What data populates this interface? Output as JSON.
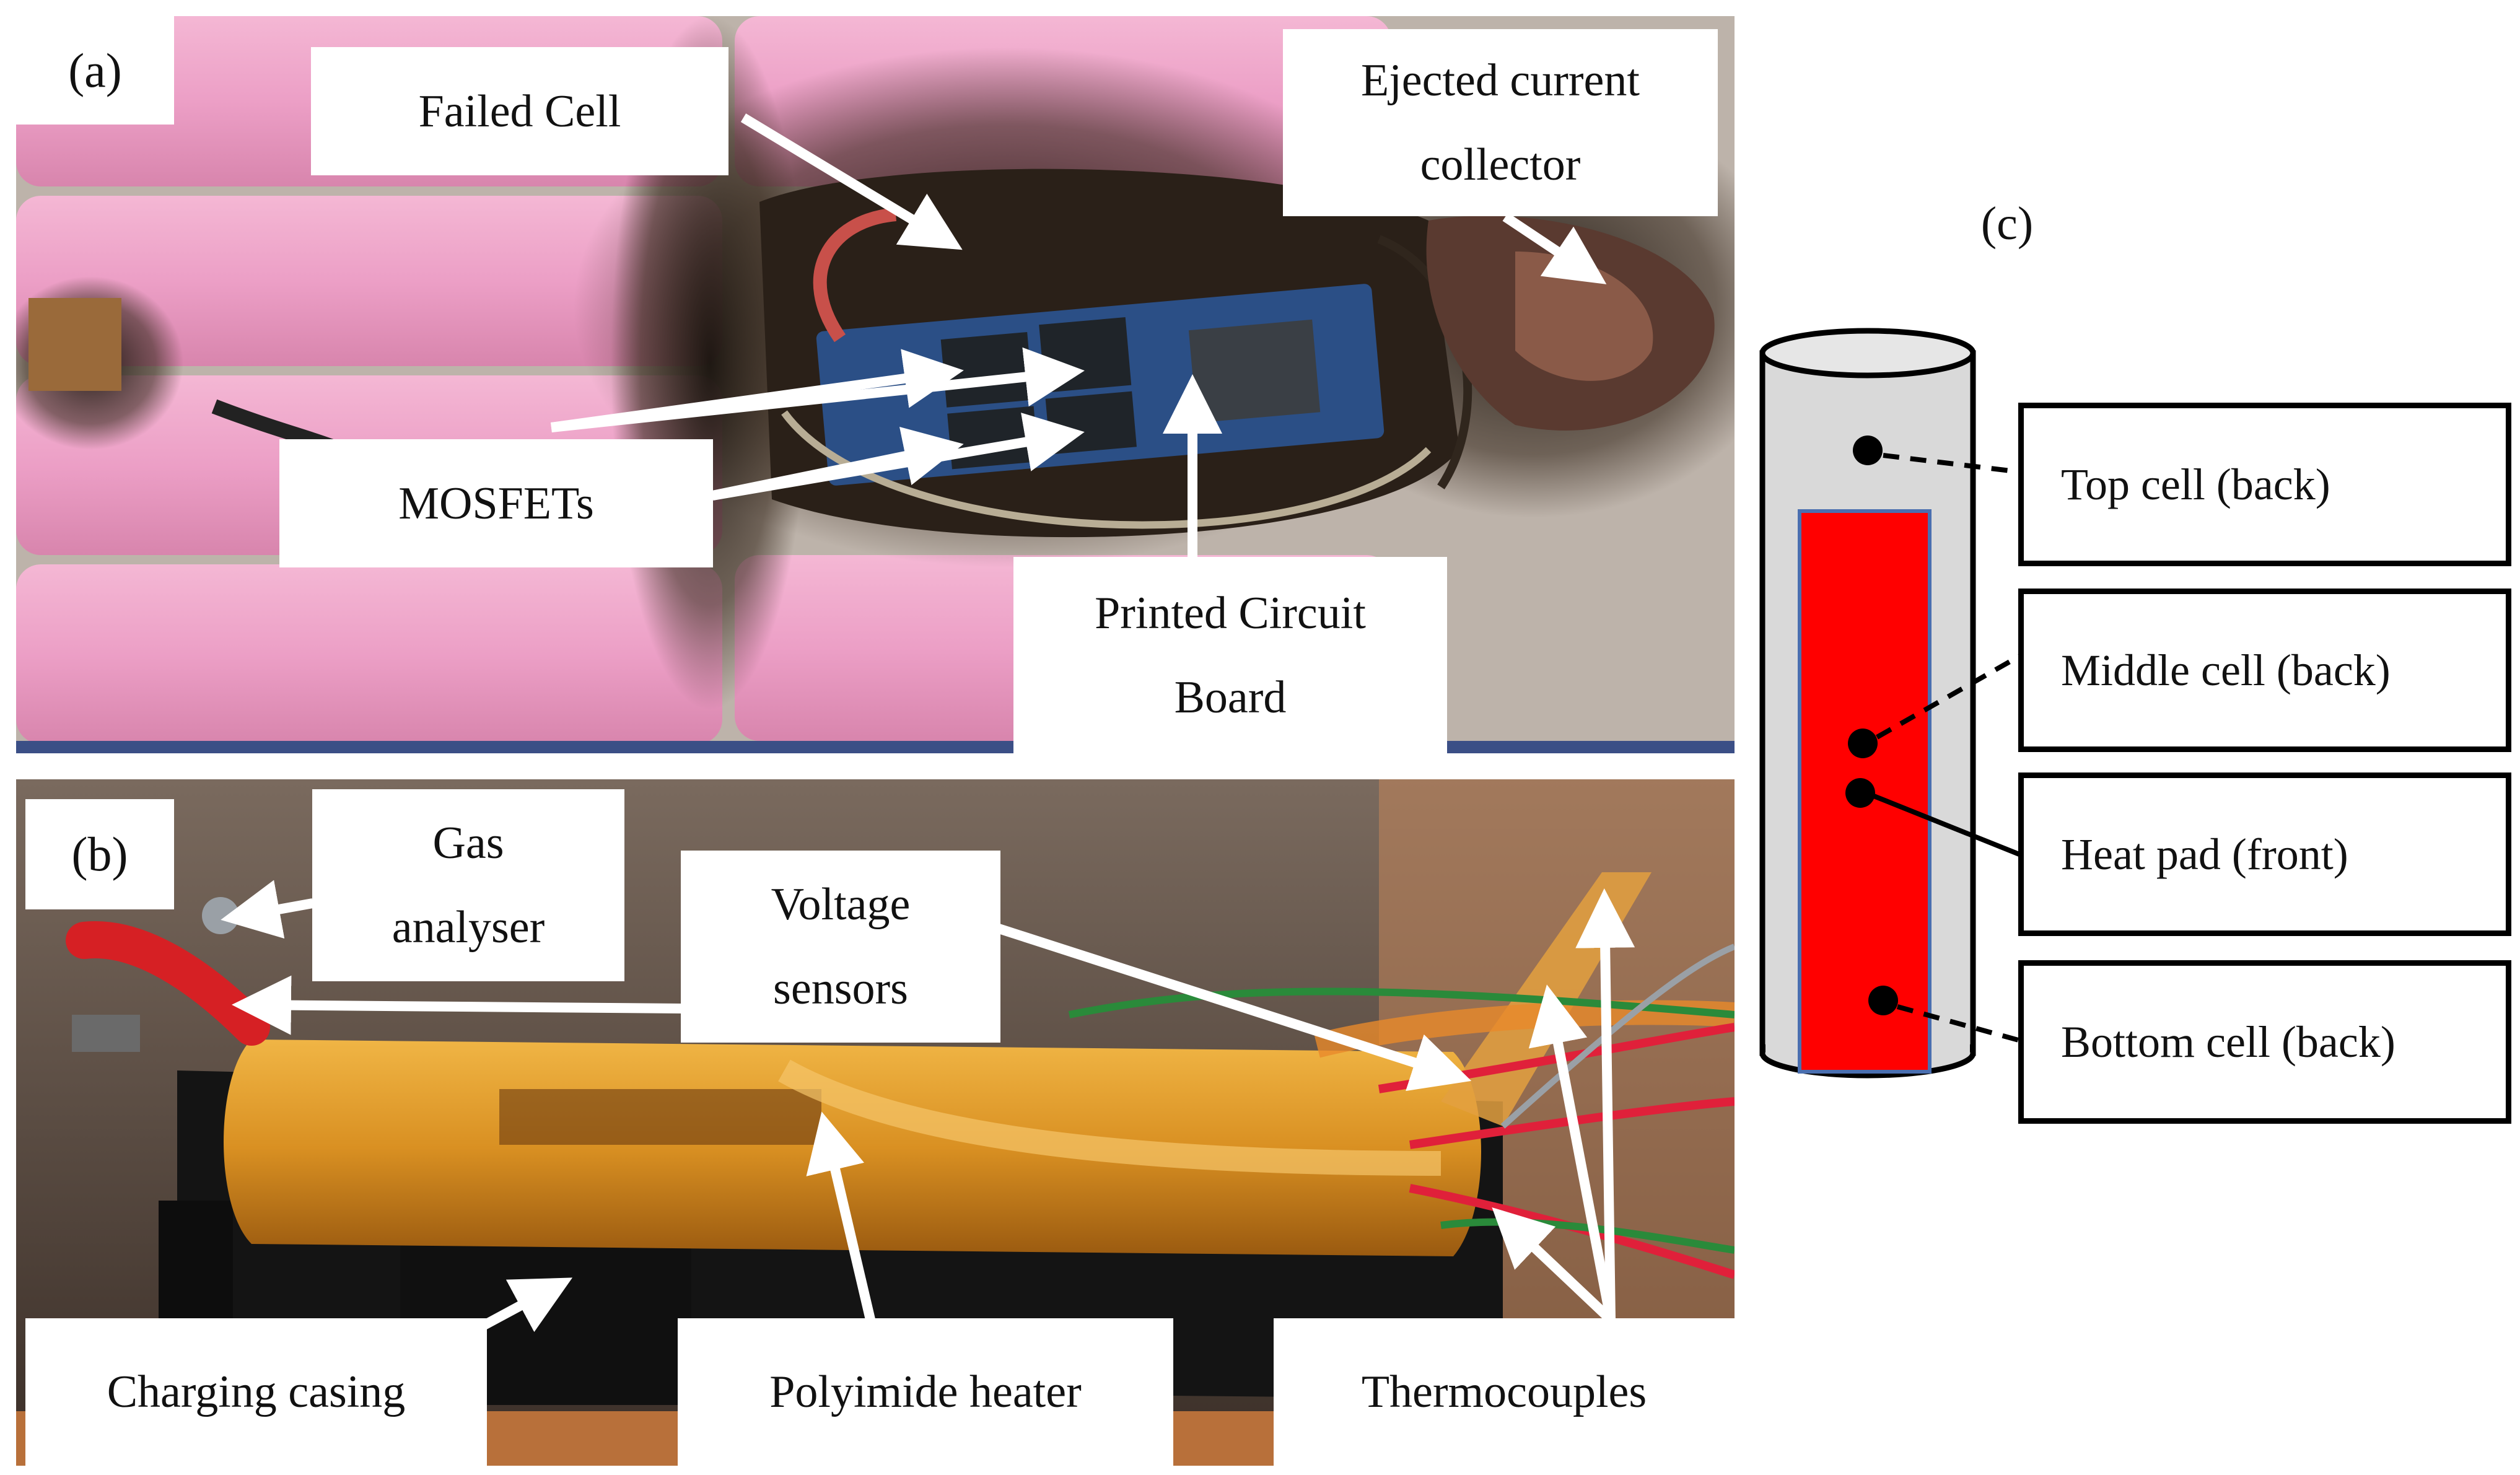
{
  "panel_a": {
    "tag": "(a)",
    "labels": {
      "failed_cell": "Failed Cell",
      "ejected_line1": "Ejected current",
      "ejected_line2": "collector",
      "mosfets": "MOSFETs",
      "pcb_line1": "Printed Circuit",
      "pcb_line2": "Board"
    }
  },
  "panel_b": {
    "tag": "(b)",
    "labels": {
      "gas_line1": "Gas",
      "gas_line2": "analyser",
      "voltage_line1": "Voltage",
      "voltage_line2": "sensors",
      "charging_casing": "Charging casing",
      "polyimide_heater": "Polyimide heater",
      "thermocouples": "Thermocouples"
    }
  },
  "panel_c": {
    "tag": "(c)",
    "labels": {
      "top_cell": "Top cell (back)",
      "middle_cell": "Middle cell (back)",
      "heat_pad": "Heat pad (front)",
      "bottom_cell": "Bottom cell (back)"
    }
  },
  "colors": {
    "cell_pink": "#ec9fc6",
    "heat_pad_red": "#ff0000",
    "cylinder_grey": "#d9d9d9",
    "pcb_blue": "#2b4f86",
    "kapton_orange": "#d99022"
  }
}
